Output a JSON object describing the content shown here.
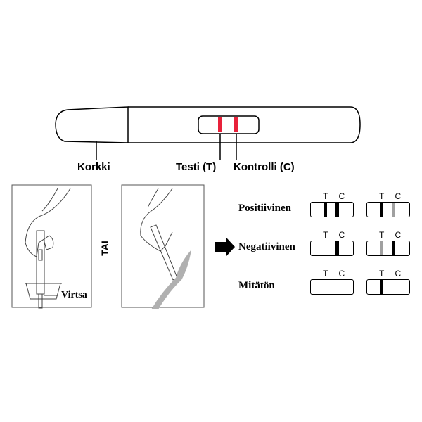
{
  "device": {
    "cap_label": "Korkki",
    "test_label": "Testi (T)",
    "control_label": "Kontrolli (C)",
    "window_line_color": "#e8213a"
  },
  "instructions": {
    "urine_label": "Virtsa",
    "or_label": "TAI"
  },
  "results": {
    "tc_label": "T C",
    "rows": [
      {
        "label": "Positiivinen",
        "highlighted": false,
        "strips": [
          {
            "T": "dark",
            "C": "dark"
          },
          {
            "T": "dark",
            "C": "light"
          }
        ]
      },
      {
        "label": "Negatiivinen",
        "highlighted": true,
        "strips": [
          {
            "T": "none",
            "C": "dark"
          },
          {
            "T": "light",
            "C": "dark"
          }
        ]
      },
      {
        "label": "Mitätön",
        "highlighted": false,
        "strips": [
          {
            "T": "none",
            "C": "none"
          },
          {
            "T": "dark",
            "C": "none"
          }
        ]
      }
    ],
    "colors": {
      "dark": "#000000",
      "light": "#a0a0a0"
    }
  }
}
